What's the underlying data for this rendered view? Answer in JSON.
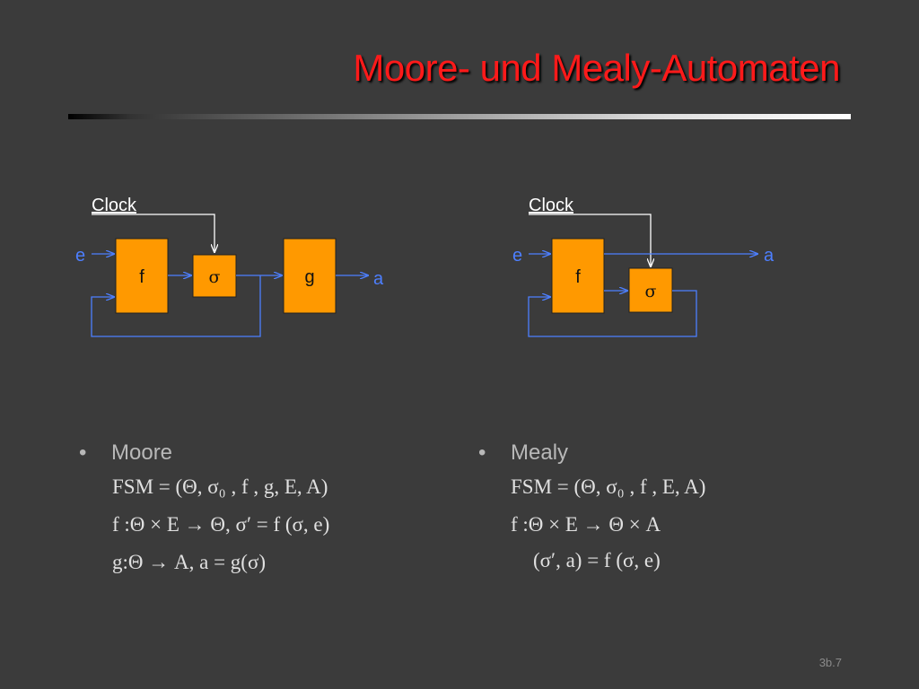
{
  "slide": {
    "title": "Moore- und Mealy-Automaten",
    "page_number": "3b.7"
  },
  "moore_diagram": {
    "clock": "Clock",
    "input": "e",
    "output": "a",
    "block_f": "f",
    "block_state": "σ",
    "block_g": "g"
  },
  "mealy_diagram": {
    "clock": "Clock",
    "input": "e",
    "output": "a",
    "block_f": "f",
    "block_state": "σ"
  },
  "moore": {
    "bullet": "•",
    "heading": "Moore",
    "fsm": "FSM = (Θ, σ₀ , f , g, E, A)",
    "transition": "f :Θ × E → Θ,    σ′ = f (σ, e)",
    "output": "g:Θ → A,    a = g(σ)"
  },
  "mealy": {
    "bullet": "•",
    "heading": "Mealy",
    "fsm": "FSM = (Θ, σ₀ , f , E, A)",
    "transition": "f :Θ × E → Θ × A",
    "output": "(σ′, a) = f (σ, e)"
  },
  "colors": {
    "background": "#3b3b3b",
    "title": "#ff1a1a",
    "block": "#ff9900",
    "wire": "#4d7fff"
  }
}
